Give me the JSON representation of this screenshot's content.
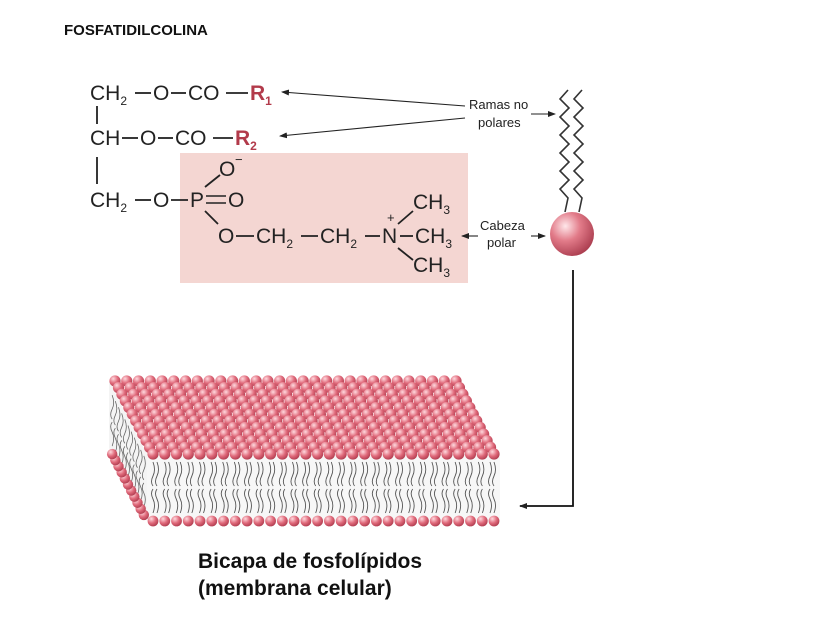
{
  "title": "FOSFATIDILCOLINA",
  "formula": {
    "ch2": "CH",
    "ch": "CH",
    "o": "O",
    "co": "CO",
    "r": "R",
    "r1_sub": "1",
    "r2_sub": "2",
    "sub_2": "2",
    "sub_3": "3",
    "p": "P",
    "o_minus": "−",
    "n": "N",
    "plus": "+",
    "ch3": "CH"
  },
  "labels": {
    "nonpolar_line1": "Ramas no",
    "nonpolar_line2": "polares",
    "polar_line1": "Cabeza",
    "polar_line2": "polar"
  },
  "caption": {
    "line1": "Bicapa de fosfolípidos",
    "line2": "(membrana celular)"
  },
  "colors": {
    "head_pink": "#e07080",
    "highlight_box": "#f4d6d2",
    "r_label": "#b23a4a"
  }
}
